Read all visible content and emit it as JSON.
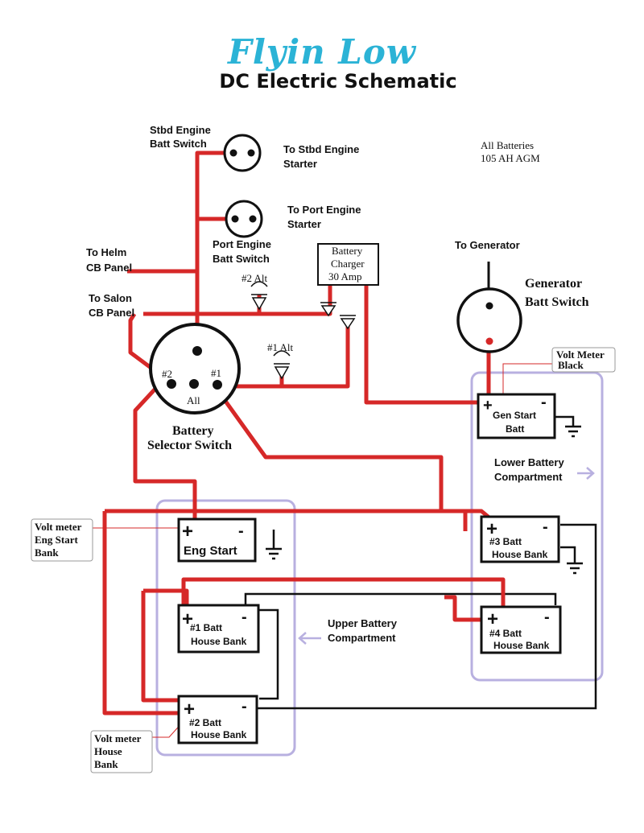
{
  "header": {
    "title": "Flyin Low",
    "subtitle": "DC Electric Schematic"
  },
  "colors": {
    "wire_positive": "#d62828",
    "wire_negative": "#111111",
    "compartment": "#b8b0e0",
    "title": "#2bb3d6"
  },
  "notes": {
    "all_batteries_line1": "All Batteries",
    "all_batteries_line2": "105 AH AGM"
  },
  "switches": {
    "stbd": {
      "line1": "Stbd Engine",
      "line2": "Batt Switch",
      "to1": "To Stbd Engine",
      "to2": "Starter"
    },
    "port": {
      "line1": "Port Engine",
      "line2": "Batt Switch",
      "to1": "To Port Engine",
      "to2": "Starter"
    },
    "generator": {
      "line1": "Generator",
      "line2": "Batt Switch",
      "to": "To Generator"
    },
    "selector": {
      "line1": "Battery",
      "line2": "Selector Switch",
      "pos1": "#1",
      "pos2": "#2",
      "all": "All"
    }
  },
  "panels": {
    "helm1": "To Helm",
    "helm2": "CB Panel",
    "salon1": "To Salon",
    "salon2": "CB Panel"
  },
  "alternators": {
    "alt2": "#2 Alt",
    "alt1": "#1 Alt"
  },
  "charger": {
    "line1": "Battery",
    "line2": "Charger",
    "line3": "30 Amp"
  },
  "batteries": {
    "gen_start": {
      "line1": "Gen Start",
      "line2": "Batt"
    },
    "eng_start": {
      "line1": "Eng Start"
    },
    "b1": {
      "line1": "#1 Batt",
      "line2": "House Bank"
    },
    "b2": {
      "line1": "#2 Batt",
      "line2": "House Bank"
    },
    "b3": {
      "line1": "#3 Batt",
      "line2": "House Bank"
    },
    "b4": {
      "line1": "#4 Batt",
      "line2": "House Bank"
    },
    "plus": "+",
    "minus": "-"
  },
  "compartments": {
    "lower1": "Lower Battery",
    "lower2": "Compartment",
    "upper1": "Upper Battery",
    "upper2": "Compartment"
  },
  "callouts": {
    "vm_black1": "Volt Meter",
    "vm_black2": "Black",
    "vm_eng1": "Volt meter",
    "vm_eng2": "Eng Start",
    "vm_eng3": "Bank",
    "vm_house1": "Volt meter",
    "vm_house2": "House",
    "vm_house3": "Bank"
  }
}
